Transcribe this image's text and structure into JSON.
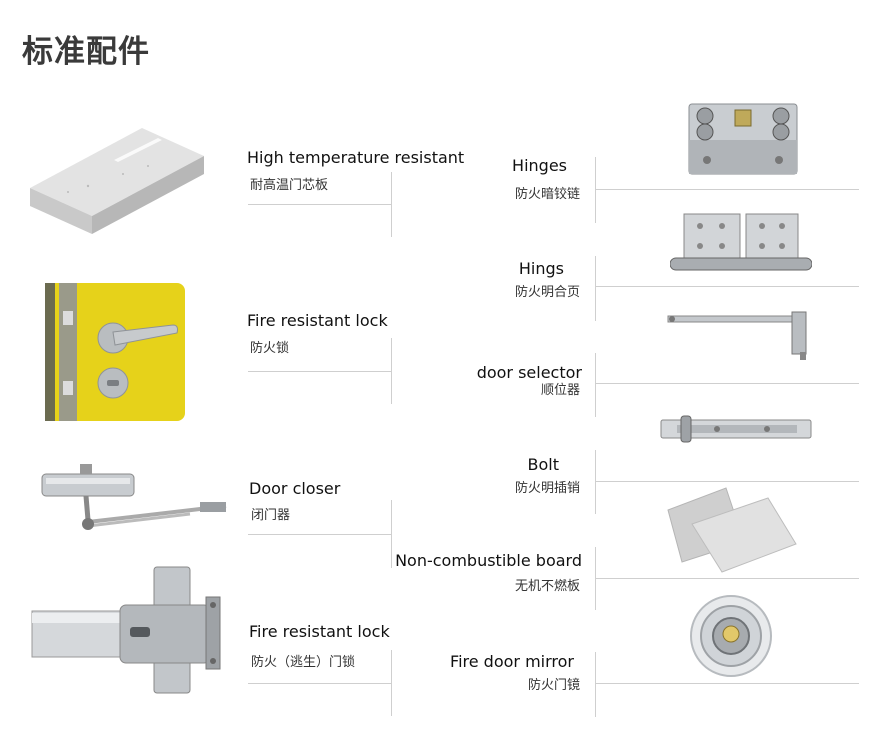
{
  "page": {
    "title": "标准配件"
  },
  "left_items": [
    {
      "en": "High temperature resistant",
      "zh": "耐高温门芯板",
      "image": "fire-resistant-core-board"
    },
    {
      "en": "Fire resistant lock",
      "zh": "防火锁",
      "image": "door-lever-lock"
    },
    {
      "en": "Door closer",
      "zh": "闭门器",
      "image": "door-closer"
    },
    {
      "en": "Fire resistant lock",
      "zh": "防火（逃生）门锁",
      "image": "panic-bar-lock"
    }
  ],
  "right_items": [
    {
      "en": "Hinges",
      "zh": "防火暗铰链",
      "image": "concealed-hinge"
    },
    {
      "en": "Hings",
      "zh": "防火明合页",
      "image": "butt-hinge"
    },
    {
      "en": "door selector",
      "zh": "顺位器",
      "image": "door-coordinator"
    },
    {
      "en": "Bolt",
      "zh": "防火明插销",
      "image": "surface-bolt"
    },
    {
      "en": "Non-combustible board",
      "zh": "无机不燃板",
      "image": "inorganic-board"
    },
    {
      "en": "Fire door mirror",
      "zh": "防火门镜",
      "image": "door-viewer"
    }
  ],
  "colors": {
    "title": "#3a3a3a",
    "rule": "#cfcfcf",
    "lock_panel": "#e6d21a",
    "metal": "#c8ccd0"
  }
}
